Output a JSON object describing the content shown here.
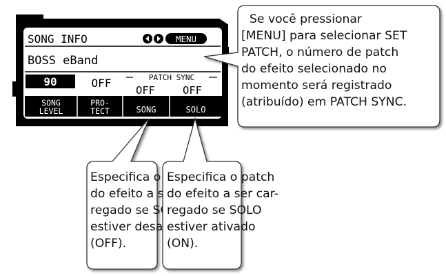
{
  "lcd": {
    "title": "SONG INFO",
    "menu_label": "MENU",
    "song_name": "BOSS eBand",
    "level_value": "90",
    "protect_value": "OFF",
    "patch_sync_label": "PATCH SYNC",
    "song_value": "OFF",
    "solo_value": "OFF",
    "tabs": {
      "song_level_1": "SONG",
      "song_level_2": "LEVEL",
      "protect_1": "PRO-",
      "protect_2": "TECT",
      "song": "SONG",
      "solo": "SOLO"
    }
  },
  "callouts": {
    "menu": [
      "Se você pressionar",
      "[MENU] para selecionar SET",
      "PATCH, o número de patch",
      "do efeito selecionado no",
      "momento será registrado",
      "(atribuído) em PATCH SYNC."
    ],
    "solo_off": [
      "Especifica o patch",
      "do efeito a ser car-",
      "regado se SOLO",
      "estiver desativado",
      "(OFF)."
    ],
    "solo_on": [
      "Especifica o patch",
      "do efeito a ser car-",
      "regado se SOLO",
      "estiver ativado",
      "(ON)."
    ]
  }
}
